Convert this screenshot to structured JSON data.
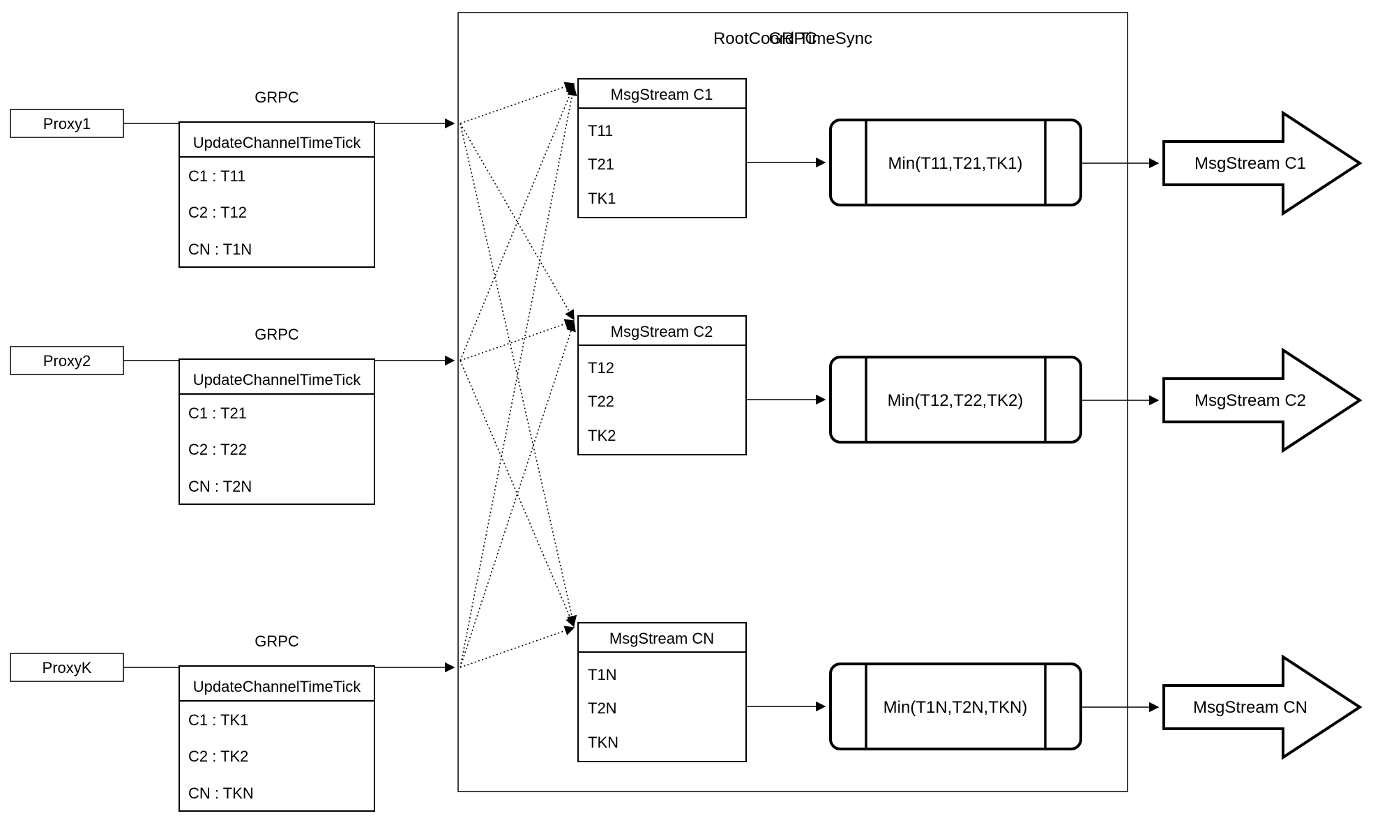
{
  "diagram": {
    "title": "RootCoord TimeSync",
    "colors": {
      "stroke": "#000000",
      "background": "#ffffff"
    },
    "rows": [
      {
        "proxy_label": "Proxy1",
        "grpc_label": "GRPC",
        "tick_table": {
          "header": "UpdateChannelTimeTick",
          "rows": [
            "C1 : T11",
            "C2 : T12",
            "CN : T1N"
          ]
        },
        "stream_table": {
          "header": "MsgStream C1",
          "rows": [
            "T11",
            "T21",
            "TK1"
          ]
        },
        "min_label": "Min(T11,T21,TK1)",
        "output_label": "MsgStream C1"
      },
      {
        "proxy_label": "Proxy2",
        "grpc_label": "GRPC",
        "tick_table": {
          "header": "UpdateChannelTimeTick",
          "rows": [
            "C1 : T21",
            "C2 : T22",
            "CN : T2N"
          ]
        },
        "stream_table": {
          "header": "MsgStream C2",
          "rows": [
            "T12",
            "T22",
            "TK2"
          ]
        },
        "min_label": "Min(T12,T22,TK2)",
        "output_label": "MsgStream C2"
      },
      {
        "proxy_label": "ProxyK",
        "grpc_label": "GRPC",
        "tick_table": {
          "header": "UpdateChannelTimeTick",
          "rows": [
            "C1 : TK1",
            "C2 : TK2",
            "CN : TKN"
          ]
        },
        "stream_table": {
          "header": "MsgStream CN",
          "rows": [
            "T1N",
            "T2N",
            "TKN"
          ]
        },
        "min_label": "Min(T1N,T2N,TKN)",
        "output_label": "MsgStream CN"
      }
    ]
  }
}
